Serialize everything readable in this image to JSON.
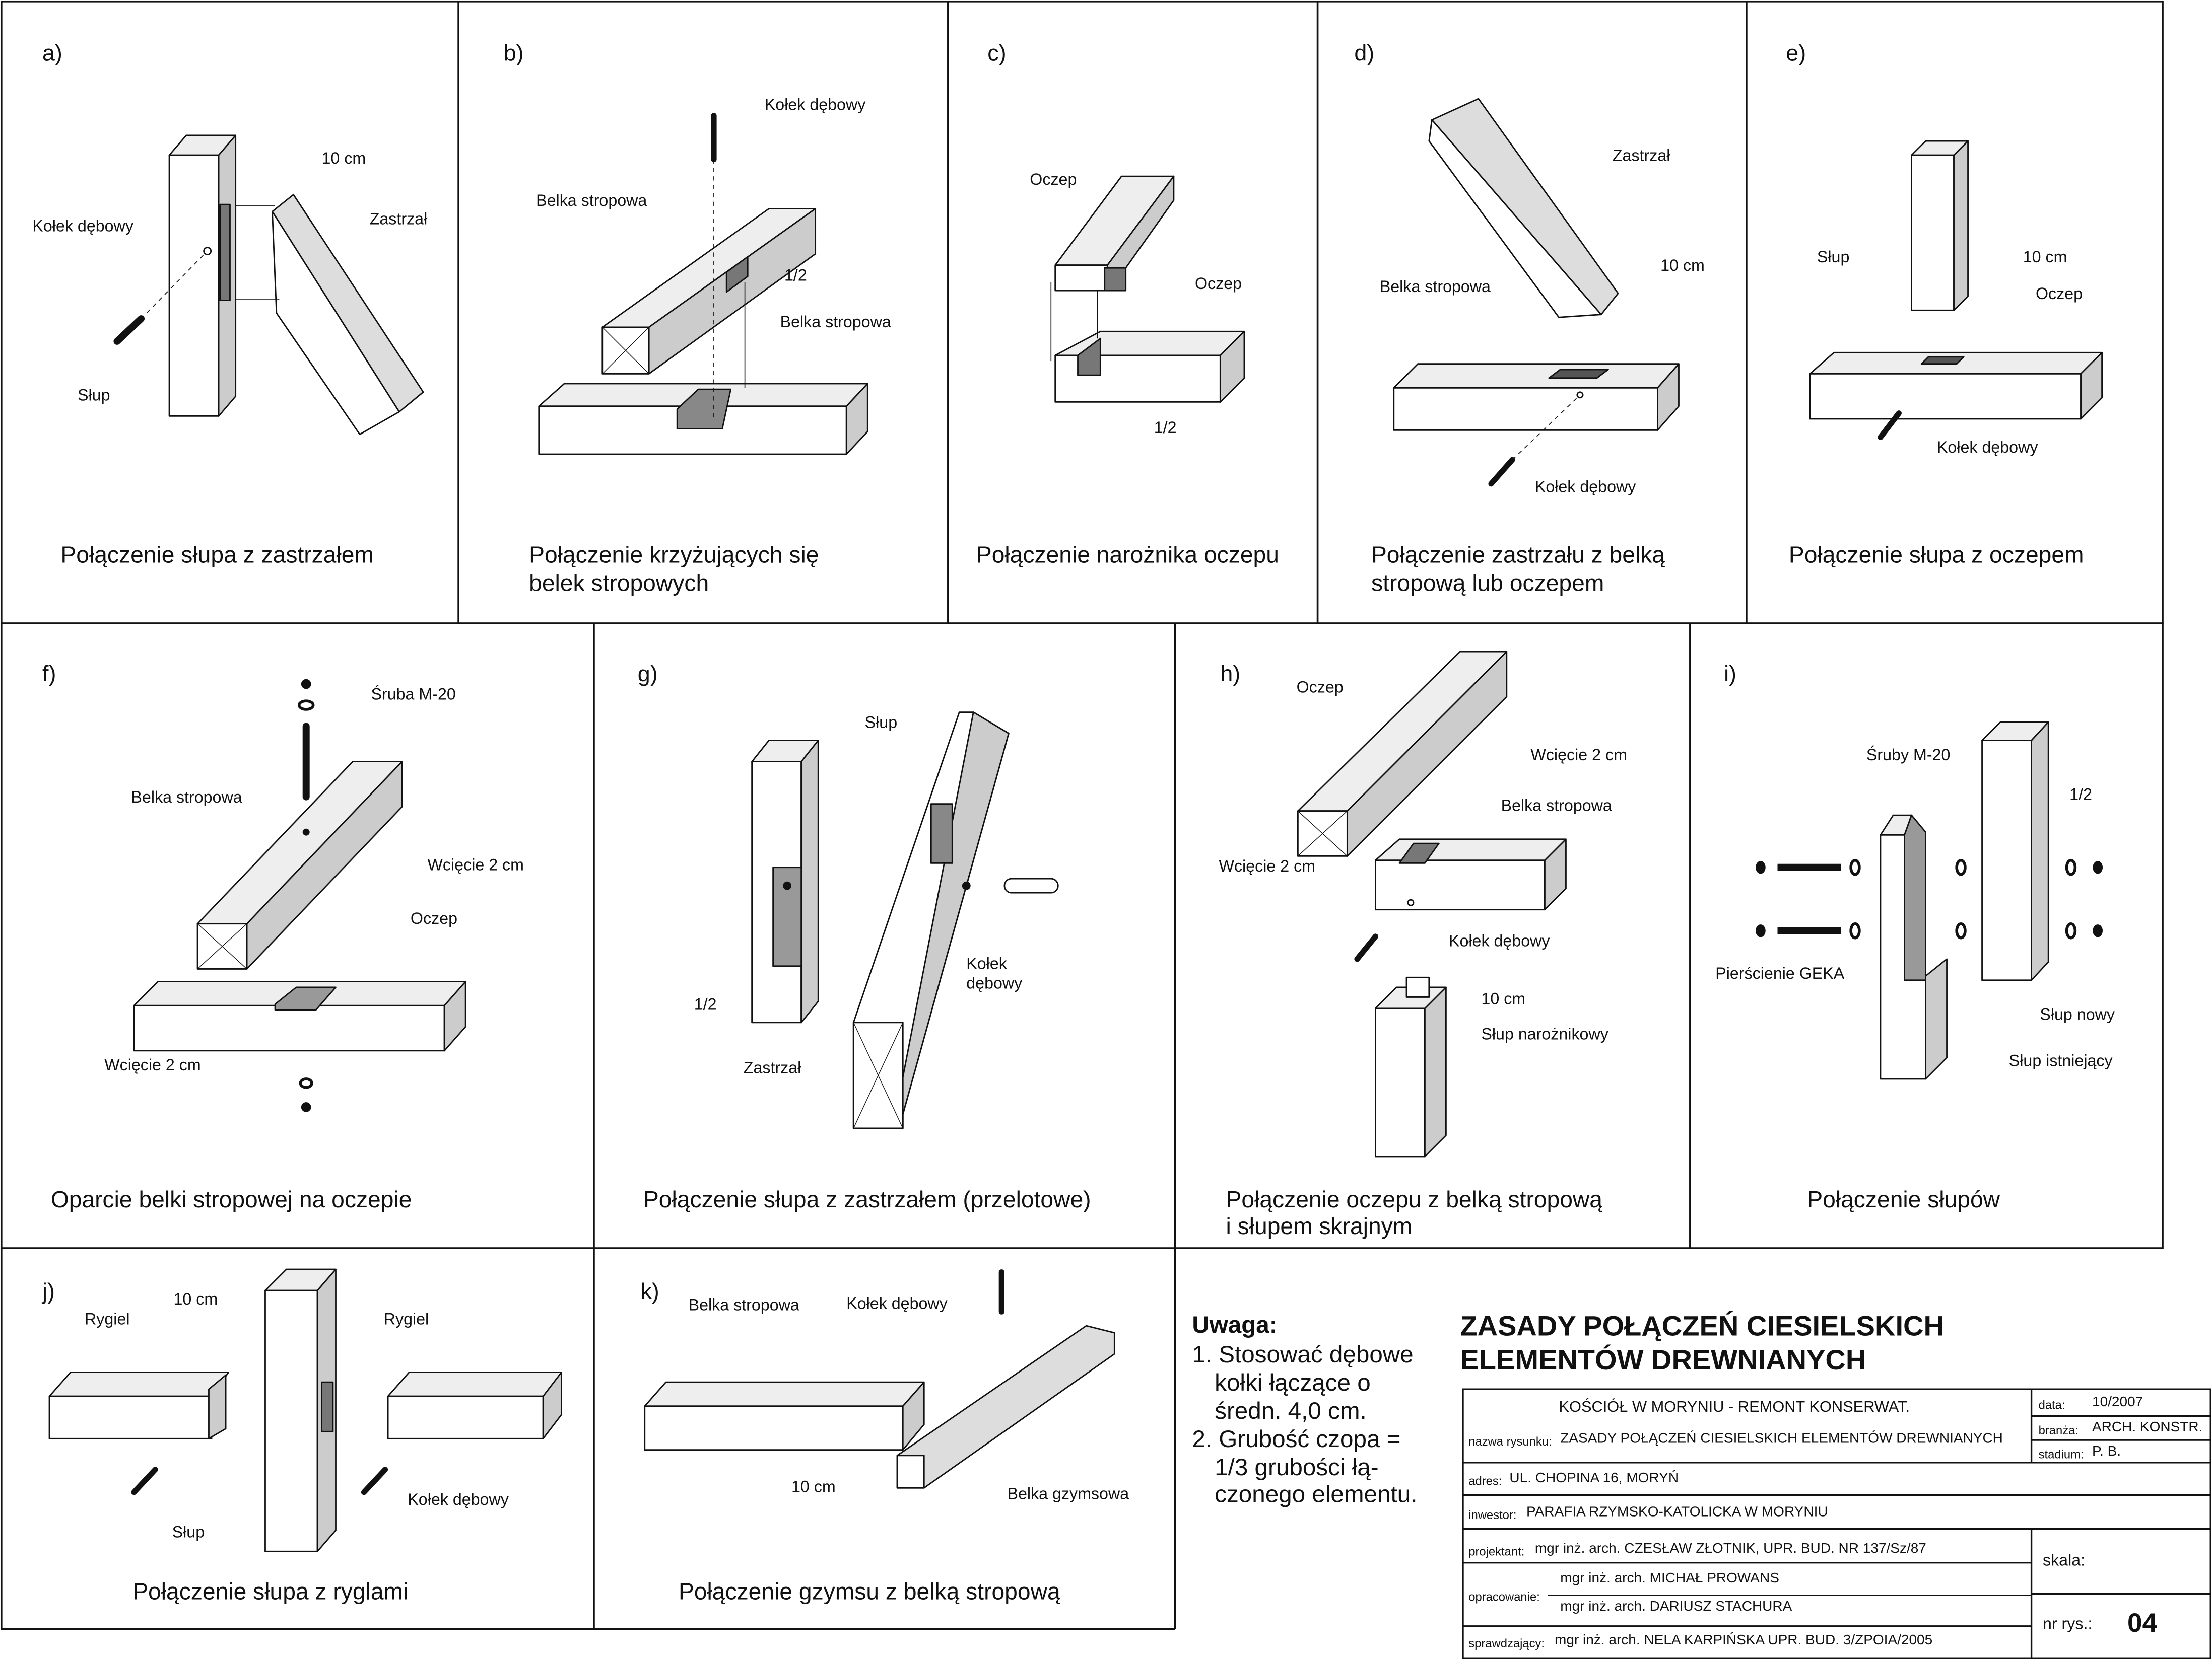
{
  "panels": [
    {
      "letter": "a)",
      "caption": [
        "Połączenie słupa z zastrzałem"
      ],
      "labels": [
        "10 cm",
        "Kołek dębowy",
        "Zastrzał",
        "Słup"
      ]
    },
    {
      "letter": "b)",
      "caption": [
        "Połączenie krzyżujących się",
        "belek stropowych"
      ],
      "labels": [
        "Kołek dębowy",
        "Belka stropowa",
        "1/2",
        "Belka stropowa"
      ]
    },
    {
      "letter": "c)",
      "caption": [
        "Połączenie narożnika oczepu"
      ],
      "labels": [
        "Oczep",
        "Oczep",
        "1/2"
      ]
    },
    {
      "letter": "d)",
      "caption": [
        "Połączenie zastrzału z belką",
        "stropową lub oczepem"
      ],
      "labels": [
        "Zastrzał",
        "10 cm",
        "Belka stropowa",
        "Kołek dębowy"
      ]
    },
    {
      "letter": "e)",
      "caption": [
        "Połączenie słupa z oczepem"
      ],
      "labels": [
        "Słup",
        "10 cm",
        "Oczep",
        "Kołek dębowy"
      ]
    },
    {
      "letter": "f)",
      "caption": [
        "Oparcie belki stropowej na oczepie"
      ],
      "labels": [
        "Śruba M-20",
        "Belka stropowa",
        "Wcięcie 2 cm",
        "Oczep",
        "Wcięcie 2 cm"
      ]
    },
    {
      "letter": "g)",
      "caption": [
        "Połączenie słupa z zastrzałem (przelotowe)"
      ],
      "labels": [
        "Słup",
        "Kołek",
        "dębowy",
        "1/2",
        "Zastrzał"
      ]
    },
    {
      "letter": "h)",
      "caption": [
        "Połączenie oczepu z belką stropową",
        "i słupem skrajnym"
      ],
      "labels": [
        "Oczep",
        "Wcięcie 2 cm",
        "Belka stropowa",
        "Wcięcie 2 cm",
        "Kołek dębowy",
        "10 cm",
        "Słup narożnikowy"
      ]
    },
    {
      "letter": "i)",
      "caption": [
        "Połączenie słupów"
      ],
      "labels": [
        "Śruby M-20",
        "1/2",
        "Pierścienie GEKA",
        "Słup nowy",
        "Słup istniejący"
      ]
    },
    {
      "letter": "j)",
      "caption": [
        "Połączenie słupa z ryglami"
      ],
      "labels": [
        "Rygiel",
        "10 cm",
        "Rygiel",
        "Kołek dębowy",
        "Słup"
      ]
    },
    {
      "letter": "k)",
      "caption": [
        "Połączenie gzymsu z belką stropową"
      ],
      "labels": [
        "Belka stropowa",
        "Kołek dębowy",
        "10 cm",
        "Belka gzymsowa"
      ]
    }
  ],
  "notes": {
    "heading": "Uwaga:",
    "lines": [
      "1. Stosować dębowe",
      "kołki łączące o",
      "średn. 4,0 cm.",
      "2. Grubość czopa =",
      "1/3 grubości łą-",
      "czonego elementu."
    ]
  },
  "title": [
    "ZASADY POŁĄCZEŃ CIESIELSKICH",
    "ELEMENTÓW DREWNIANYCH"
  ],
  "title_block": {
    "project": "KOŚCIÓŁ W MORYNIU - REMONT KONSERWAT.",
    "drawing_name_label": "nazwa rysunku:",
    "drawing_name": "ZASADY POŁĄCZEŃ CIESIELSKICH ELEMENTÓW DREWNIANYCH",
    "date_label": "data:",
    "date": "10/2007",
    "branch_label": "branża:",
    "branch": "ARCH. KONSTR.",
    "stage_label": "stadium:",
    "stage": "P. B.",
    "address_label": "adres:",
    "address": "UL. CHOPINA 16, MORYŃ",
    "investor_label": "inwestor:",
    "investor": "PARAFIA RZYMSKO-KATOLICKA W MORYNIU",
    "designer_label": "projektant:",
    "designer": "mgr inż. arch. CZESŁAW ZŁOTNIK, UPR. BUD. NR 137/Sz/87",
    "prepared_label": "opracowanie:",
    "prepared": [
      "mgr inż. arch. MICHAŁ PROWANS",
      "mgr inż. arch. DARIUSZ STACHURA"
    ],
    "checker_label": "sprawdzający:",
    "checker": "mgr inż. arch. NELA KARPIŃSKA UPR. BUD. 3/ZPOIA/2005",
    "scale_label": "skala:",
    "number_label": "nr rys.:",
    "number": "04"
  }
}
